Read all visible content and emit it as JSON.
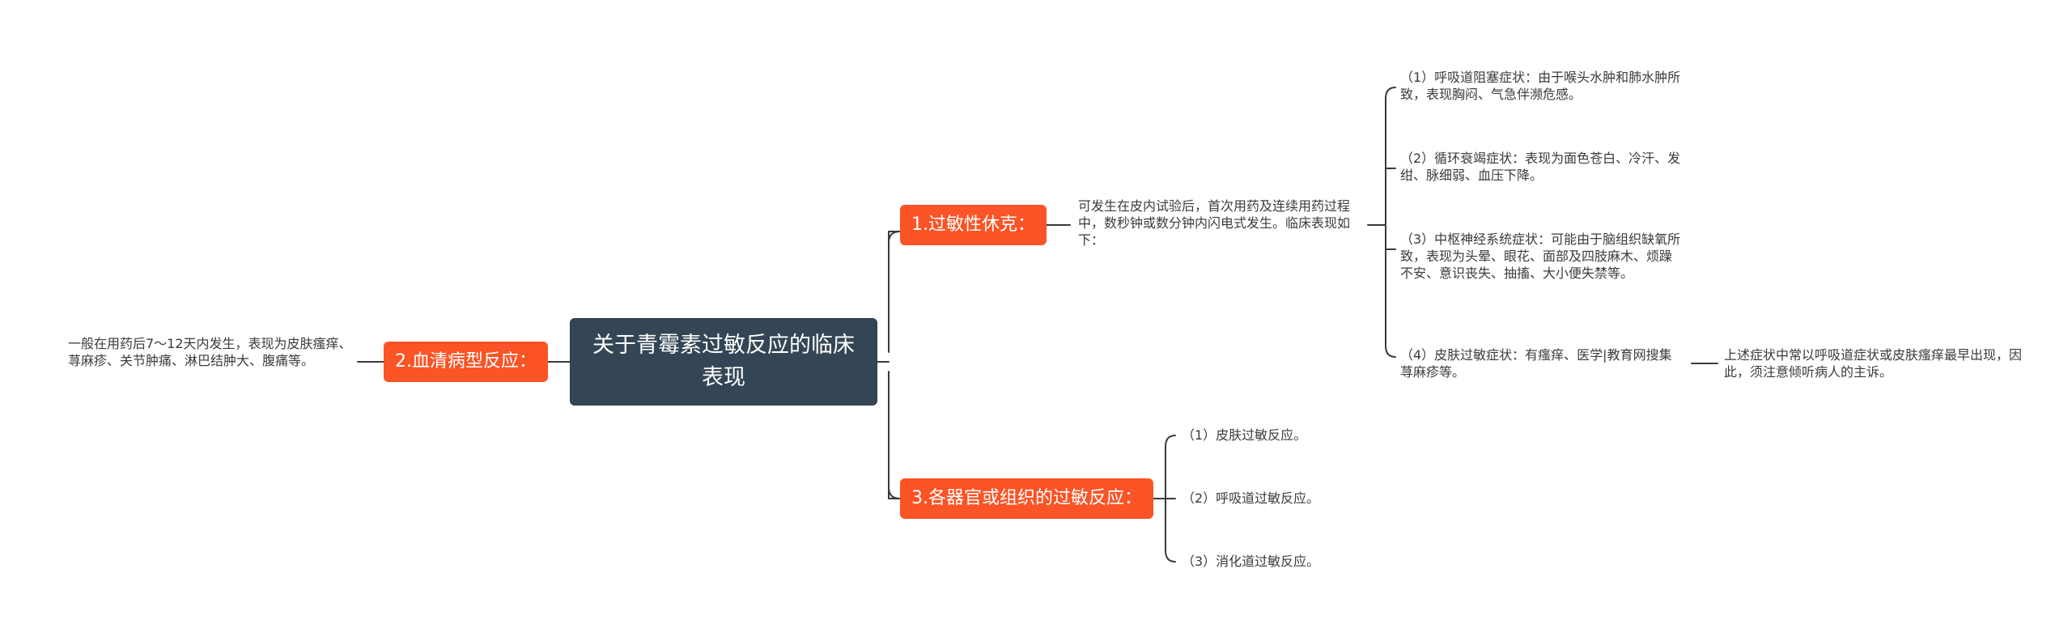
{
  "mindmap": {
    "root": "关于青霉素过敏反应的临床表现",
    "branch1": {
      "label": "1.过敏性休克：",
      "detail": "可发生在皮内试验后，首次用药及连续用药过程中，数秒钟或数分钟内闪电式发生。临床表现如下：",
      "items": [
        "（1）呼吸道阻塞症状：由于喉头水肿和肺水肿所致，表现胸闷、气急伴濒危感。",
        "（2）循环衰竭症状：表现为面色苍白、冷汗、发绀、脉细弱、血压下降。",
        "（3）中枢神经系统症状：可能由于脑组织缺氧所致，表现为头晕、眼花、面部及四肢麻木、烦躁不安、意识丧失、抽搐、大小便失禁等。",
        "（4）皮肤过敏症状：有瘙痒、医学|教育网搜集荨麻疹等。"
      ],
      "note": "上述症状中常以呼吸道症状或皮肤瘙痒最早出现，因此，须注意倾听病人的主诉。"
    },
    "branch2": {
      "label": "2.血清病型反应：",
      "detail": "一般在用药后7～12天内发生，表现为皮肤瘙痒、荨麻疹、关节肿痛、淋巴结肿大、腹痛等。"
    },
    "branch3": {
      "label": "3.各器官或组织的过敏反应：",
      "items": [
        "（1）皮肤过敏反应。",
        "（2）呼吸道过敏反应。",
        "（3）消化道过敏反应。"
      ]
    }
  }
}
